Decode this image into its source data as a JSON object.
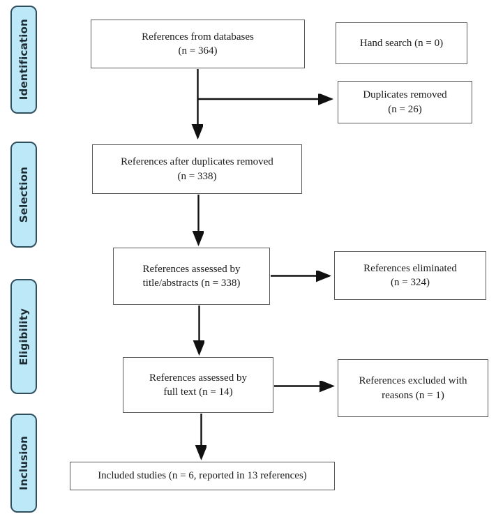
{
  "diagram": {
    "title": "PRISMA study selection flow diagram",
    "accent_color": "#bde8f7",
    "pill_border_color": "#2f4f5f",
    "box_border_color": "#5a5a5a",
    "line_color": "#111111",
    "stages": [
      {
        "id": "identification",
        "label": "Identification"
      },
      {
        "id": "selection",
        "label": "Selection"
      },
      {
        "id": "eligibility",
        "label": "Eligibility"
      },
      {
        "id": "inclusion",
        "label": "Inclusion"
      }
    ],
    "boxes": {
      "references_from_databases": "References from databases\n(n = 364)",
      "hand_search": "Hand search (n = 0)",
      "duplicates_removed": "Duplicates removed\n(n = 26)",
      "references_after_duplicates": "References after duplicates removed\n(n = 338)",
      "assessed_by_title_abstracts": "References assessed by\ntitle/abstracts (n = 338)",
      "references_eliminated": "References eliminated\n(n = 324)",
      "assessed_by_full_text": "References assessed by\nfull text (n = 14)",
      "references_excluded_with_reasons": "References excluded with\nreasons (n = 1)",
      "included_studies": "Included studies (n = 6, reported in 13 references)"
    },
    "counts": {
      "databases": 364,
      "hand_search": 0,
      "duplicates_removed": 26,
      "after_duplicates": 338,
      "assessed_title_abstract": 338,
      "eliminated_title_abstract": 324,
      "assessed_full_text": 14,
      "excluded_full_text": 1,
      "included_studies": 6,
      "included_reports": 13
    }
  }
}
